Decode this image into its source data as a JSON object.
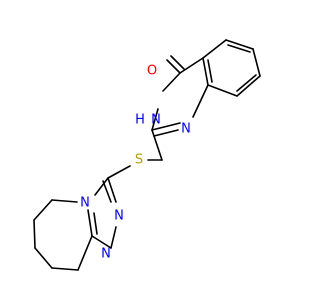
{
  "labels": {
    "oxygen": "O",
    "nh_h": "H",
    "nh_n": "N",
    "quinazoline_n": "N",
    "sulfur": "S",
    "triazole_n_bridge": "N",
    "triazole_n_1": "N",
    "triazole_n_2": "N"
  },
  "colors": {
    "oxygen": "#ff0000",
    "nitrogen": "#0000ff",
    "sulfur": "#b5a000",
    "bond": "#000000"
  }
}
